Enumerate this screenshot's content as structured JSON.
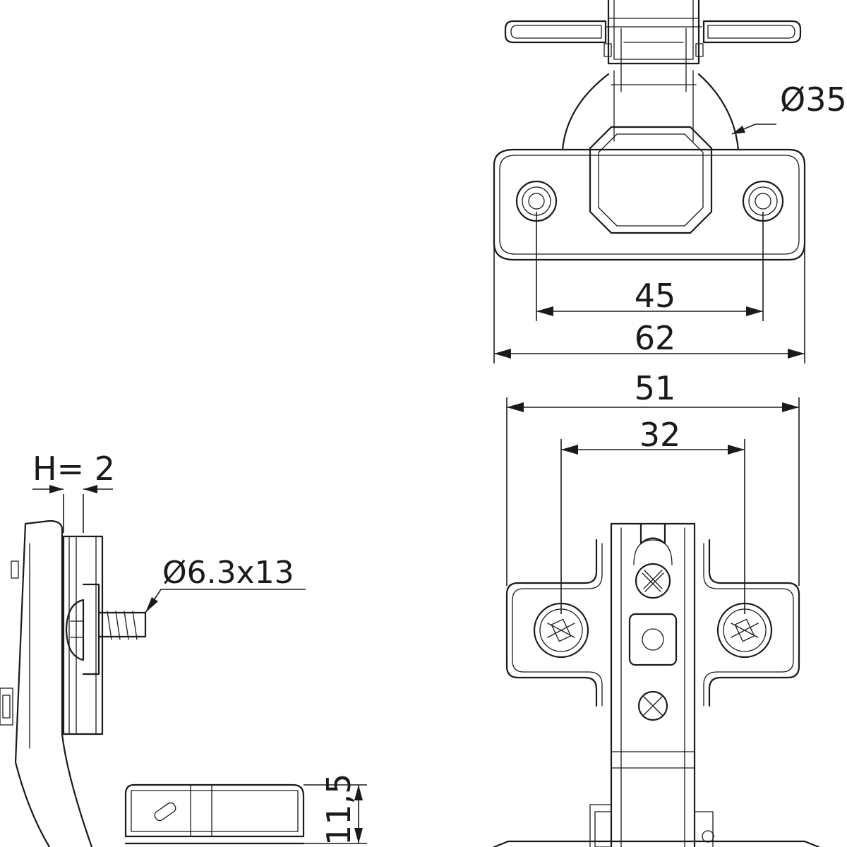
{
  "dimensions": {
    "cup_diameter": "Ø35",
    "hole_spacing": "45",
    "overall_width": "62",
    "plate_width": "51",
    "plate_hole_spacing": "32",
    "plate_thickness": "H= 2",
    "screw_size": "Ø6.3x13",
    "cup_depth": "11,5"
  },
  "colors": {
    "line": "#1a1a1a",
    "background": "#ffffff"
  }
}
